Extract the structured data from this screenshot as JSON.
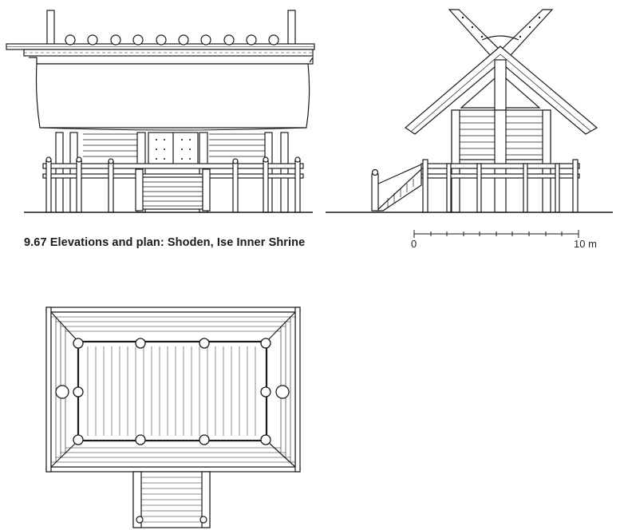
{
  "figure": {
    "caption": "9.67 Elevations and plan: Shoden, Ise Inner Shrine"
  },
  "scale_bar": {
    "start_label": "0",
    "end_label": "10 m"
  },
  "colors": {
    "ink": "#1a1a1a",
    "background": "#ffffff"
  }
}
